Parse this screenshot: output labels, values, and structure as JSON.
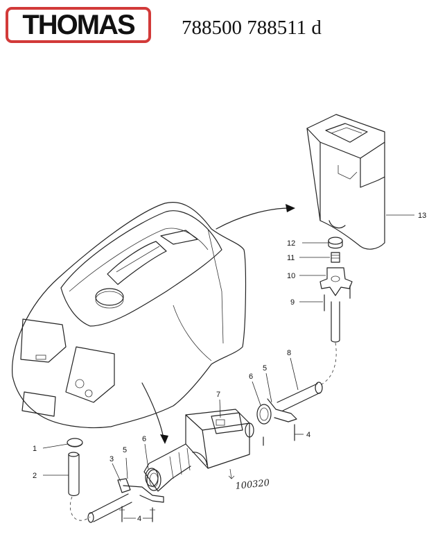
{
  "header": {
    "brand": "THOMAS",
    "model_codes": "788500 788511 d",
    "brand_color": "#d23a39"
  },
  "diagram": {
    "stamp": "100320",
    "labels": {
      "n1": "1",
      "n2": "2",
      "n3": "3",
      "n4a": "4",
      "n4b": "4",
      "n5a": "5",
      "n5b": "5",
      "n6a": "6",
      "n6b": "6",
      "n7": "7",
      "n8": "8",
      "n9": "9",
      "n10": "10",
      "n11": "11",
      "n12": "12",
      "n13": "13"
    }
  }
}
